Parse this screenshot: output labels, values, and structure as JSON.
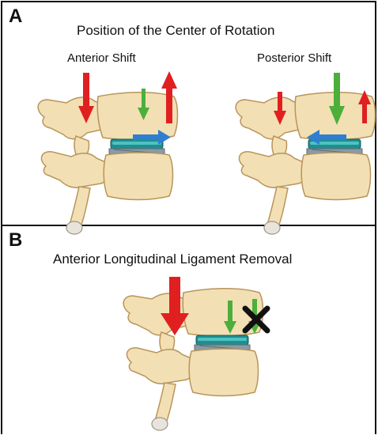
{
  "panel_a": {
    "letter": "A",
    "title": "Position of the Center of Rotation",
    "left_label": "Anterior Shift",
    "right_label": "Posterior Shift"
  },
  "panel_b": {
    "letter": "B",
    "title": "Anterior Longitudinal Ligament Removal"
  },
  "colors": {
    "bone": "#f3dfb4",
    "bone_stroke": "#b8955a",
    "implant": "#1e8f8f",
    "implant_plate": "#8a9aa6",
    "red_arrow": "#e02020",
    "green_arrow": "#4caf3a",
    "blue_arrow": "#2f7fd0",
    "x_mark": "#111111"
  },
  "icons": {
    "left_spine": "vertebra-implant-icon",
    "right_spine": "vertebra-implant-icon",
    "bottom_spine": "vertebra-implant-icon",
    "removed_marker": "x-mark-icon"
  }
}
